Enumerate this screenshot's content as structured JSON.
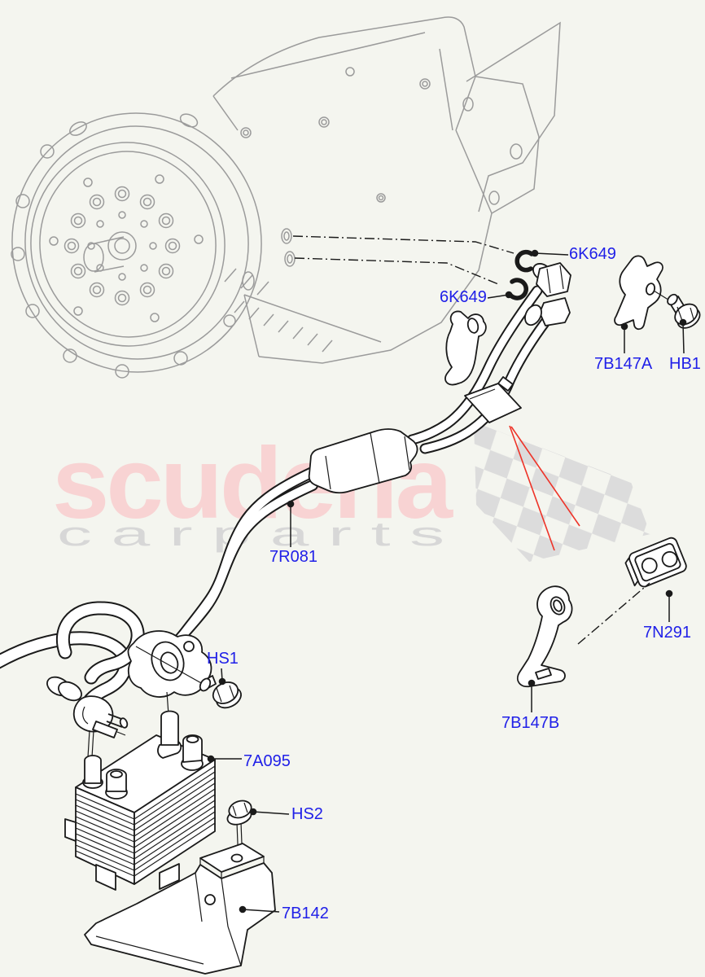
{
  "colors": {
    "background": "#f4f5ef",
    "line": "#1a1a1a",
    "machine": "#9b9b9b",
    "label": "#2020e8",
    "wm_brand": "#f8d3d3",
    "wm_sub": "#d7d7d7",
    "flag": "#dcdcdc",
    "red": "#ee3328",
    "fill": "#ffffff"
  },
  "watermark": {
    "brand": "scuderia",
    "sub": "c a r   p a r t s"
  },
  "diagram": {
    "labels": [
      {
        "id": "6K649-upper",
        "text": "6K649"
      },
      {
        "id": "6K649-lower",
        "text": "6K649"
      },
      {
        "id": "7B147A",
        "text": "7B147A"
      },
      {
        "id": "HB1",
        "text": "HB1"
      },
      {
        "id": "7R081",
        "text": "7R081"
      },
      {
        "id": "7N291",
        "text": "7N291"
      },
      {
        "id": "7B147B",
        "text": "7B147B"
      },
      {
        "id": "HS1",
        "text": "HS1"
      },
      {
        "id": "7A095",
        "text": "7A095"
      },
      {
        "id": "HS2",
        "text": "HS2"
      },
      {
        "id": "7B142",
        "text": "7B142"
      }
    ]
  }
}
